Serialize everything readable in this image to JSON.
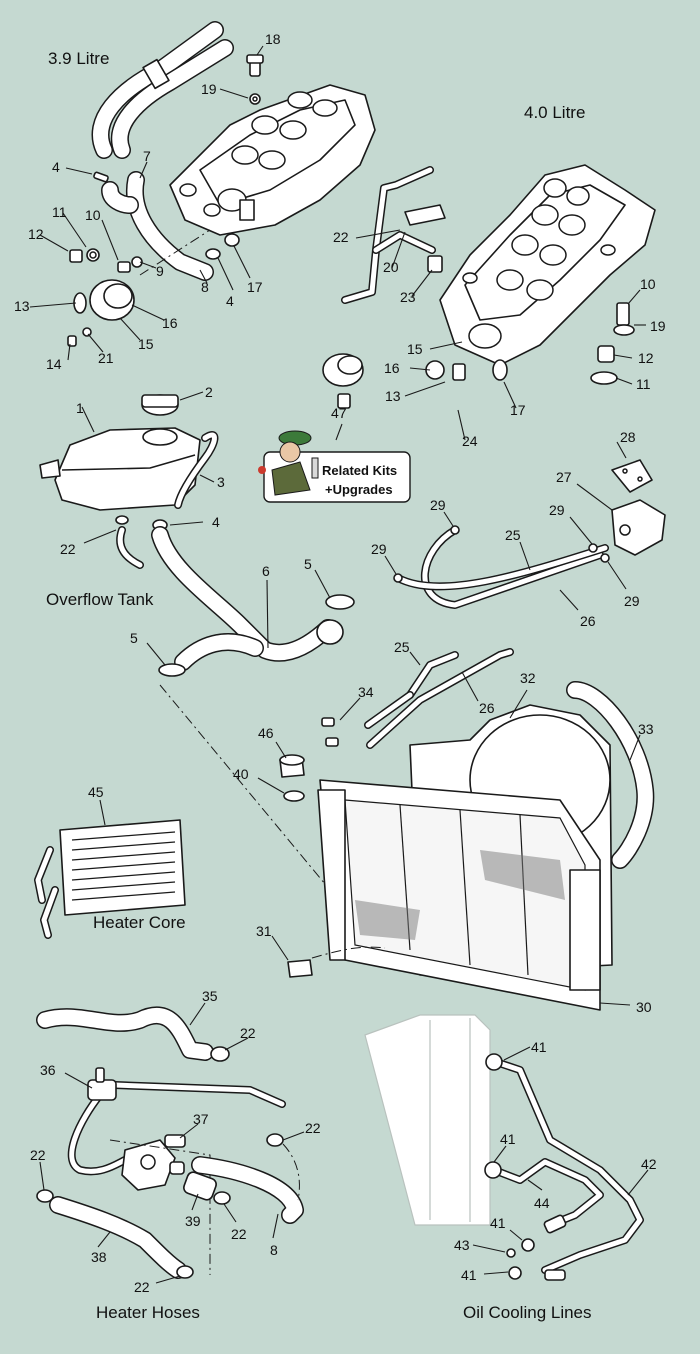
{
  "section_labels": {
    "v39": "3.9 Litre",
    "v40": "4.0 Litre",
    "overflow": "Overflow Tank",
    "heater_core": "Heater Core",
    "heater_hoses": "Heater Hoses",
    "oil_lines": "Oil Cooling Lines"
  },
  "kit_badge": {
    "line1": "Related Kits",
    "line2": "+Upgrades"
  },
  "callouts": {
    "c18": "18",
    "c19a": "19",
    "c7": "7",
    "c4a": "4",
    "c11a": "11",
    "c10a": "10",
    "c12a": "12",
    "c9": "9",
    "c13a": "13",
    "c16a": "16",
    "c15a": "15",
    "c14": "14",
    "c21": "21",
    "c8a": "8",
    "c4b": "4",
    "c17a": "17",
    "c22a": "22",
    "c20": "20",
    "c23": "23",
    "c15b": "15",
    "c16b": "16",
    "c13b": "13",
    "c17b": "17",
    "c24": "24",
    "c10b": "10",
    "c19b": "19",
    "c12b": "12",
    "c11b": "11",
    "c2": "2",
    "c1": "1",
    "c3": "3",
    "c4c": "4",
    "c22b": "22",
    "c47": "47",
    "c28": "28",
    "c27": "27",
    "c29a": "29",
    "c29b": "29",
    "c29c": "29",
    "c29d": "29",
    "c25a": "25",
    "c26a": "26",
    "c6": "6",
    "c5a": "5",
    "c5b": "5",
    "c25b": "25",
    "c26b": "26",
    "c32": "32",
    "c34": "34",
    "c33": "33",
    "c46": "46",
    "c40": "40",
    "c45": "45",
    "c31": "31",
    "c30": "30",
    "c35": "35",
    "c22c": "22",
    "c36": "36",
    "c37": "37",
    "c22d": "22",
    "c22e": "22",
    "c39": "39",
    "c22f": "22",
    "c8b": "8",
    "c38": "38",
    "c22g": "22",
    "c41a": "41",
    "c41b": "41",
    "c42": "42",
    "c44": "44",
    "c41c": "41",
    "c43": "43",
    "c41d": "41"
  },
  "colors": {
    "background": "#c5d9d1",
    "line": "#1a1a1a",
    "part_fill": "#ffffff",
    "mascot_cap": "#3c7a3a",
    "badge_fill": "#ffffff"
  }
}
